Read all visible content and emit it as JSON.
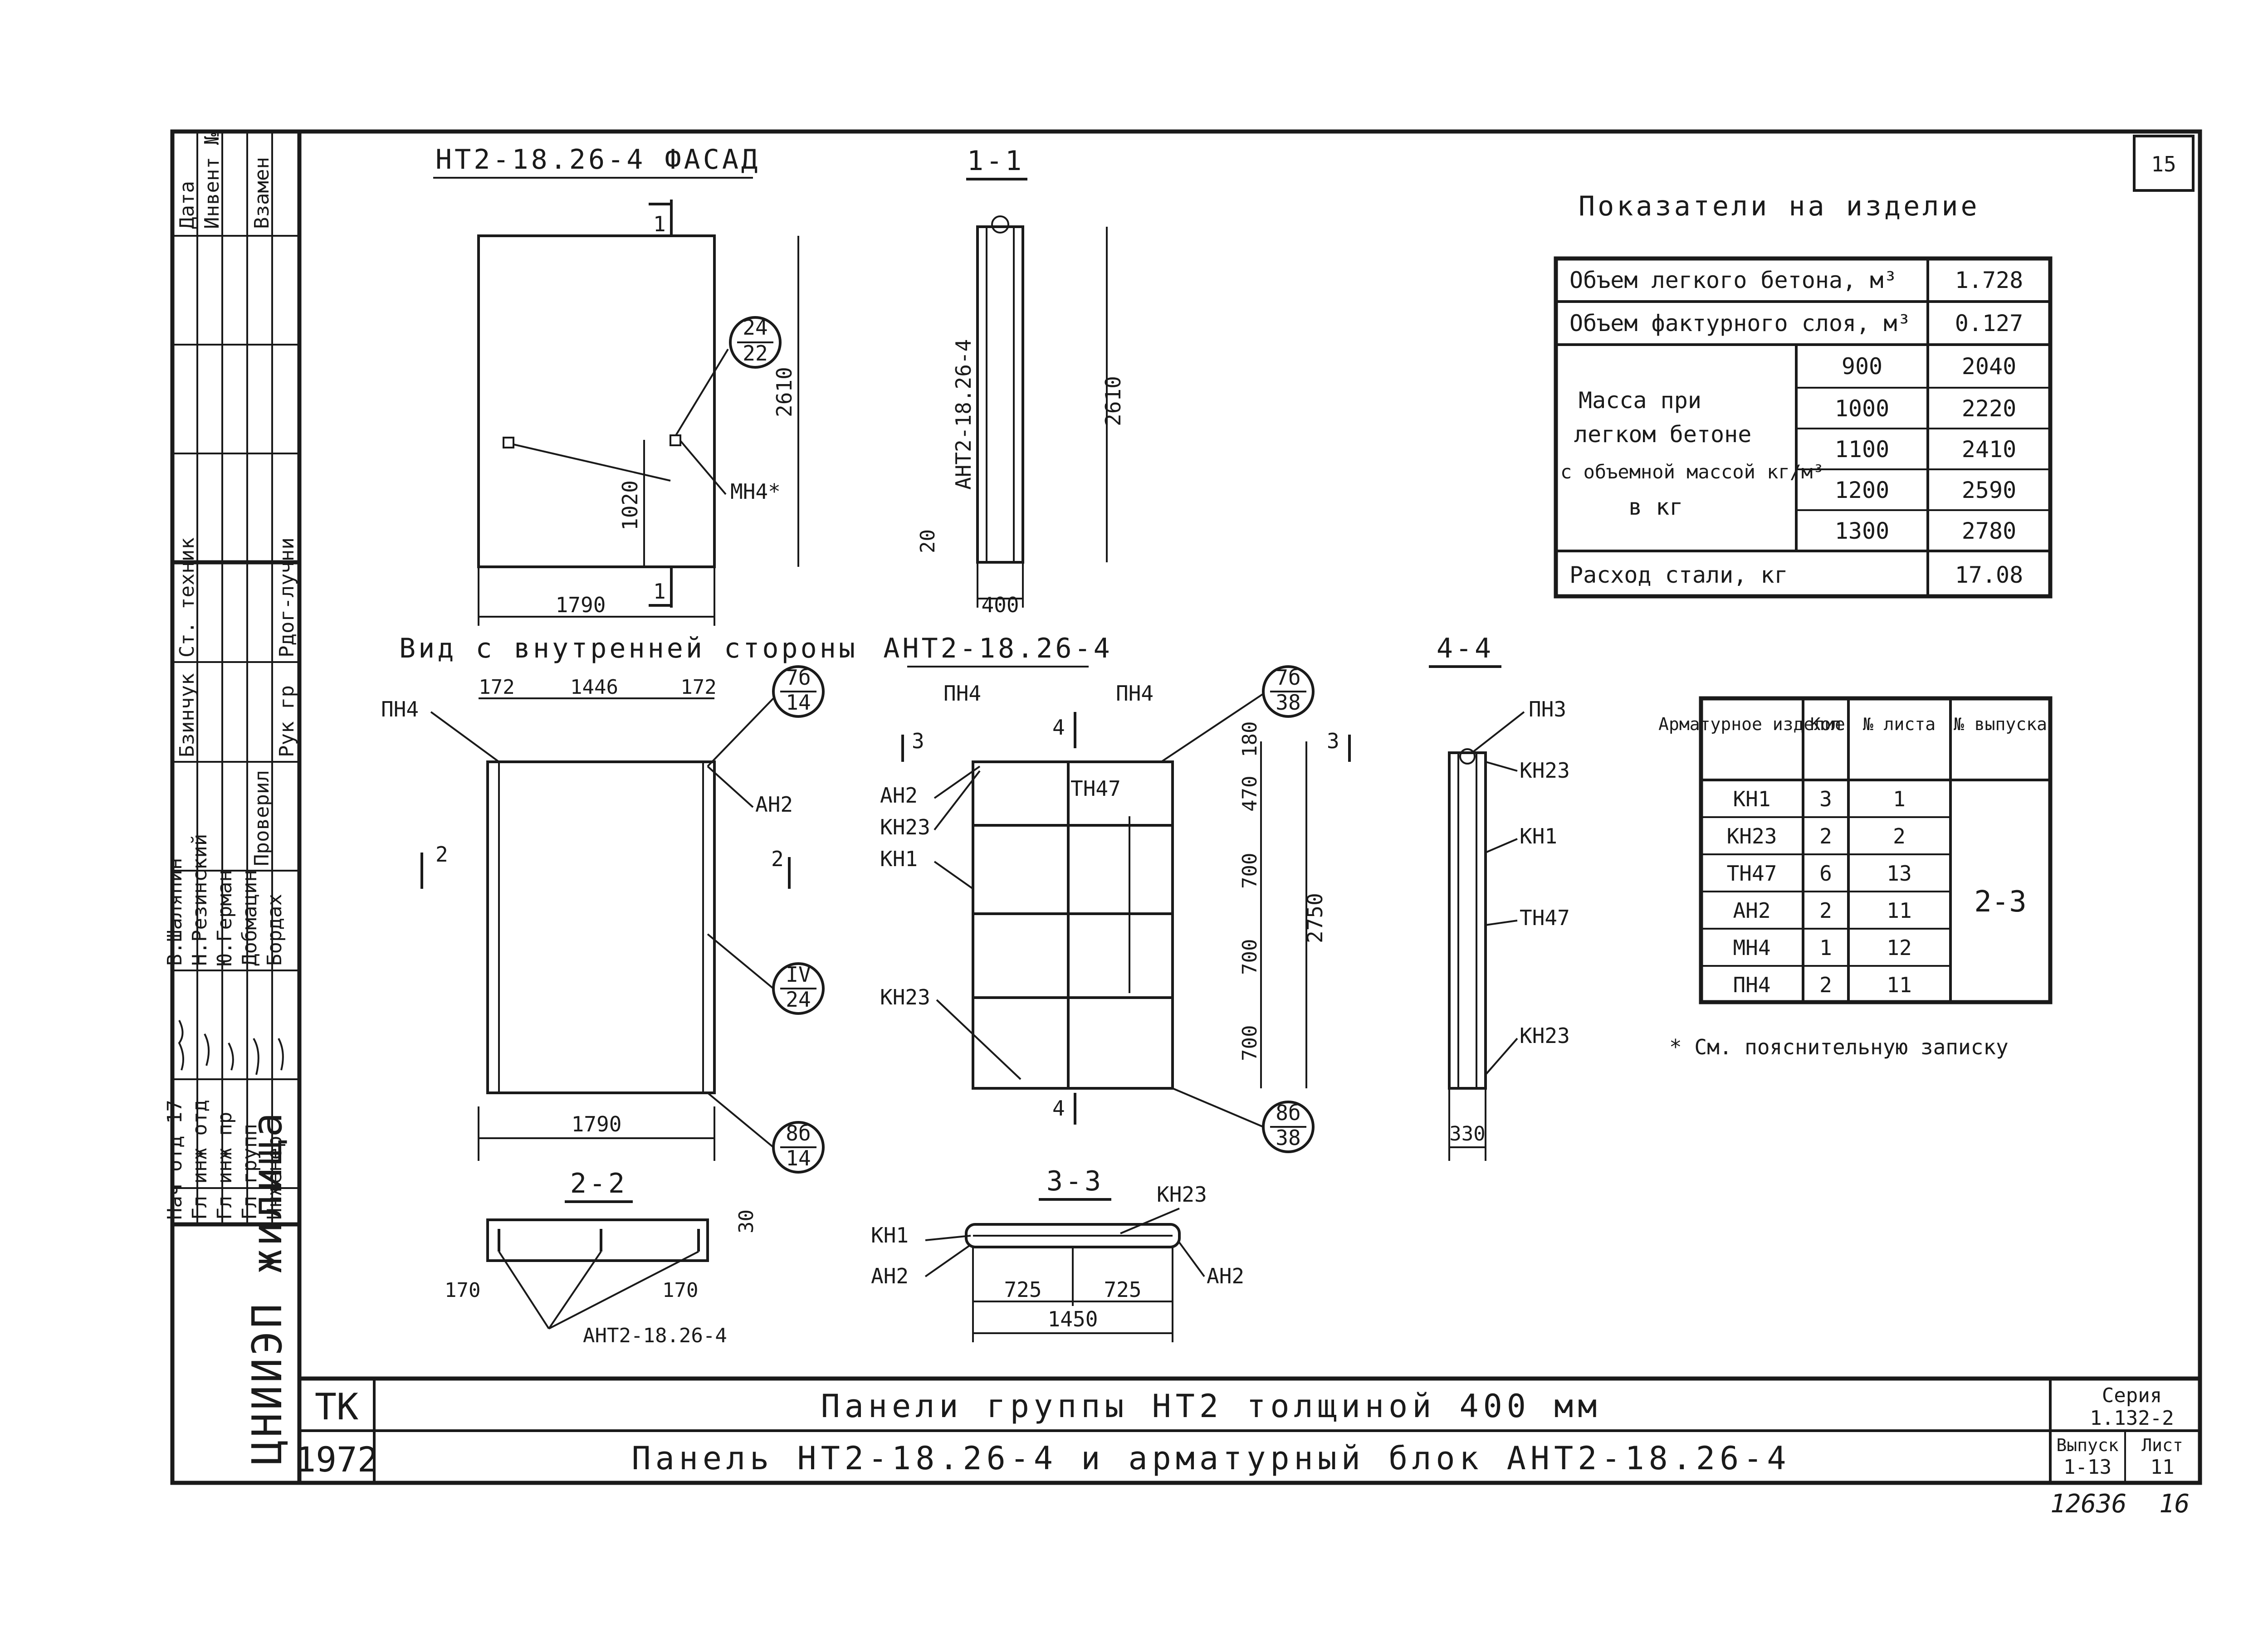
{
  "page_number": "15",
  "stamp_number": "12636",
  "stamp_page": "16",
  "titles": {
    "facade": "НТ2-18.26-4 ФАСАД",
    "inner_view": "Вид с внутренней стороны",
    "sec11": "1-1",
    "sec22": "2-2",
    "sec33": "3-3",
    "sec44": "4-4",
    "block": "АНТ2-18.26-4",
    "block_side": "АНТ2-18.26-4",
    "block_bottom": "АНТ2-18.26-4",
    "indicators": "Показатели на изделие"
  },
  "facade": {
    "width": "1790",
    "height": "2610",
    "height_mark": "1020",
    "mark": "МН4*",
    "circle_top": "24",
    "circle_bottom": "22",
    "cut": "1"
  },
  "sec11": {
    "height": "2610",
    "bottom": "20",
    "width": "400"
  },
  "inner": {
    "left_dim": "172",
    "mid_dim": "1446",
    "right_dim": "172",
    "width": "1790",
    "label_pn4": "ПН4",
    "label_an2": "АН2",
    "cut": "2",
    "c1_top": "7б",
    "c1_bottom": "14",
    "c2_top": "IV",
    "c2_bottom": "24",
    "c3_top": "8б",
    "c3_bottom": "14"
  },
  "sec22": {
    "left": "170",
    "right": "170",
    "top": "30"
  },
  "block": {
    "labels": [
      "ПН4",
      "ПН4",
      "АН2",
      "КН23",
      "КН1",
      "ТН47",
      "КН23"
    ],
    "dims": [
      "180",
      "470",
      "700",
      "700",
      "700"
    ],
    "total": "2750",
    "cut3": "3",
    "cut4": "4",
    "c1_top": "7б",
    "c1_bottom": "38",
    "c2_top": "8б",
    "c2_bottom": "38"
  },
  "sec33": {
    "left": "725",
    "right": "725",
    "total": "1450",
    "labels": [
      "КН1",
      "АН2",
      "КН23",
      "АН2"
    ]
  },
  "sec44": {
    "width": "330",
    "labels": [
      "ПН3",
      "КН23",
      "КН1",
      "ТН47",
      "КН23"
    ]
  },
  "indicators": {
    "rows": [
      {
        "label": "Объем легкого бетона, м³",
        "value": "1.728"
      },
      {
        "label": "Объем фактурного слоя, м³",
        "value": "0.127"
      }
    ],
    "mass_label": [
      "Масса при",
      "легком бетоне",
      "с объемной массой кг/м³",
      "в кг"
    ],
    "mass": [
      {
        "density": "900",
        "value": "2040"
      },
      {
        "density": "1000",
        "value": "2220"
      },
      {
        "density": "1100",
        "value": "2410"
      },
      {
        "density": "1200",
        "value": "2590"
      },
      {
        "density": "1300",
        "value": "2780"
      }
    ],
    "steel_label": "Расход стали, кг",
    "steel_value": "17.08"
  },
  "spec": {
    "headers": [
      "Арматурное изделие",
      "Кол",
      "№ листа",
      "№ выпуска"
    ],
    "rows": [
      {
        "item": "КН1",
        "qty": "3",
        "sheet": "1"
      },
      {
        "item": "КН23",
        "qty": "2",
        "sheet": "2"
      },
      {
        "item": "ТН47",
        "qty": "6",
        "sheet": "13"
      },
      {
        "item": "АН2",
        "qty": "2",
        "sheet": "11"
      },
      {
        "item": "МН4",
        "qty": "1",
        "sheet": "12"
      },
      {
        "item": "ПН4",
        "qty": "2",
        "sheet": "11"
      }
    ],
    "issue": "2-3",
    "note": "* См. пояснительную записку"
  },
  "title_block": {
    "code": "ТК",
    "year": "1972",
    "line1": "Панели группы НТ2 толщиной 400 мм",
    "line2": "Панель НТ2-18.26-4 и арматурный блок АНТ2-18.26-4",
    "series_label": "Серия",
    "series": "1.132-2",
    "issue_label": "Выпуск",
    "issue": "1-13",
    "sheet_label": "Лист",
    "sheet": "11"
  },
  "side_stamp": {
    "org": "ЦНИИЭП жилища",
    "roles": [
      "Нач отд 17",
      "Гл инж отд",
      "Гл инж пр",
      "Гл групп",
      "Инженер"
    ],
    "names": [
      "В.Шаляпин",
      "Н.Резинский",
      "Ю.Герман",
      "Добмацин",
      "Бордах"
    ],
    "checked": [
      "Ст. техник",
      "Бзинчук",
      "Проверил",
      "Рук гр",
      "Рдог-лучни"
    ],
    "top_cols": [
      "Дата",
      "Инвент №",
      "Взамен"
    ]
  }
}
